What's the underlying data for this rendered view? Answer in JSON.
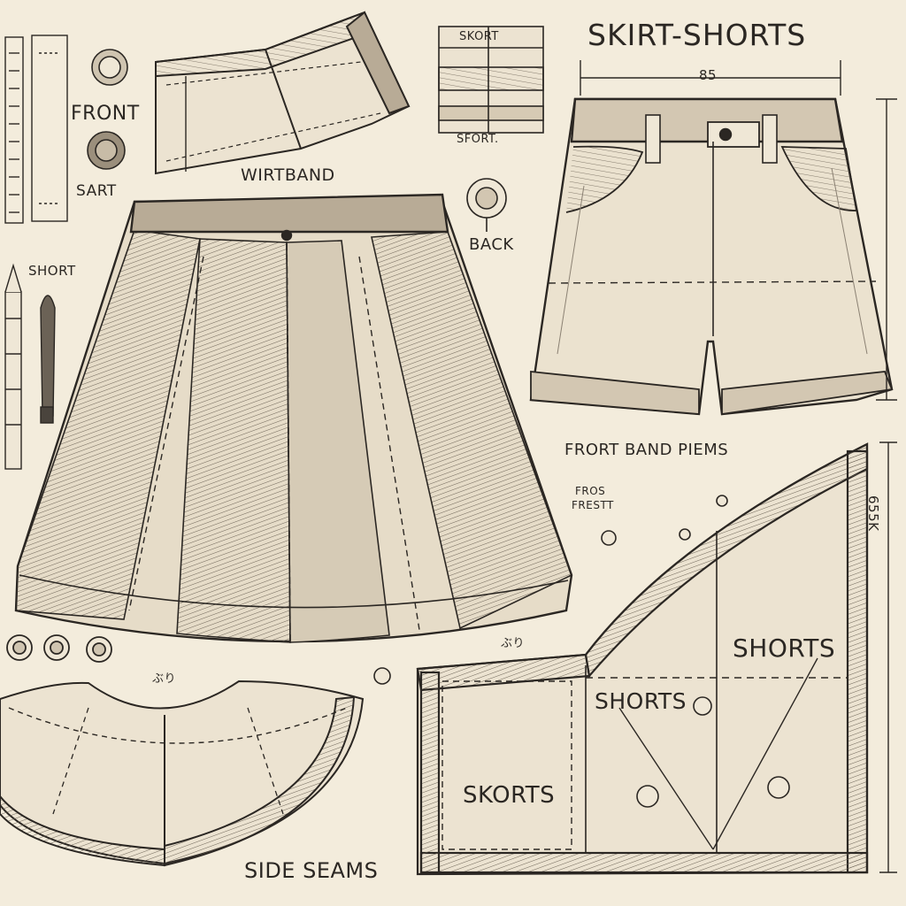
{
  "labels": {
    "title": "SKIRT-SHORTS",
    "front": "FRONT",
    "sart": "SART",
    "waistband": "WIRTBAND",
    "short_top": "SKORT",
    "sfort": "SFORT.",
    "back": "BACK",
    "short_left": "SHORT",
    "dim_top": "85",
    "dim_right": "655K",
    "front_band": "FRORT BAND   PIEMS",
    "sub_note_1": "FROS",
    "sub_note_2": "FRESTT",
    "shorts_big": "SHORTS",
    "shorts_mid": "SHORTS",
    "skorts": "SKORTS",
    "side_seams": "SIDE SEAMS",
    "num_small": "ぶり",
    "num_small_2": "ぶり"
  },
  "colors": {
    "paper": "#f3ecdc",
    "ink": "#2b2723",
    "denim_shade": "#b8ab96",
    "denim_light": "#e6dcc8"
  }
}
